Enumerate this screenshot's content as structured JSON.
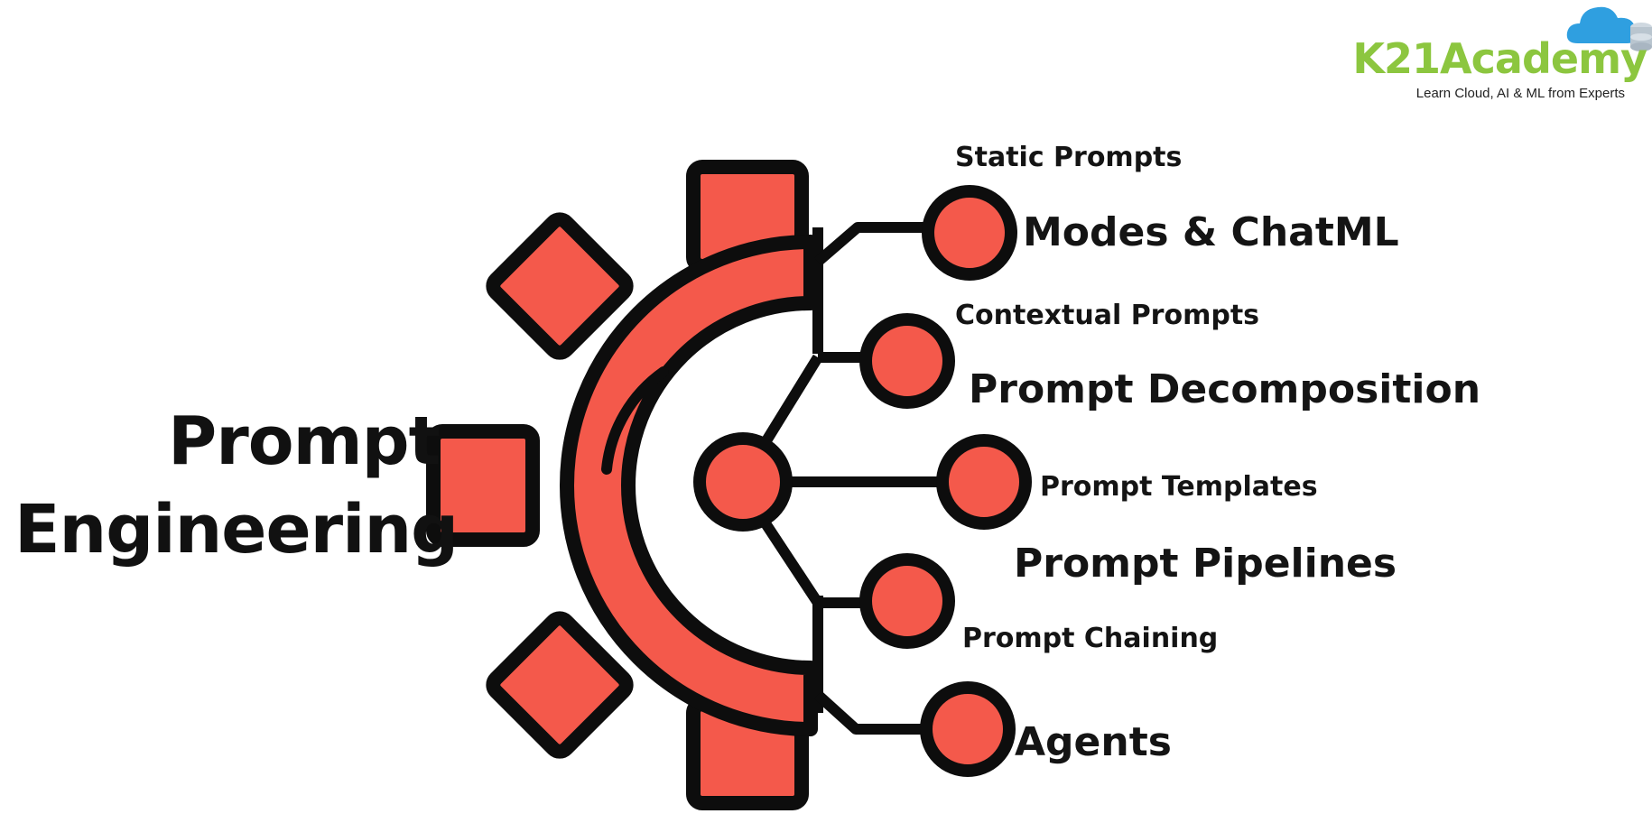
{
  "title": {
    "line1": "Prompt",
    "line2": "Engineering"
  },
  "branches": [
    {
      "label": "Static Prompts"
    },
    {
      "label": "Modes & ChatML"
    },
    {
      "label": "Contextual Prompts"
    },
    {
      "label": "Prompt Decomposition"
    },
    {
      "label": "Prompt Templates"
    },
    {
      "label": "Prompt Pipelines"
    },
    {
      "label": "Prompt Chaining"
    },
    {
      "label": "Agents"
    }
  ],
  "logo": {
    "name": "K21Academy",
    "tagline": "Learn Cloud, AI & ML from Experts",
    "icon": "cloud-database-icon"
  },
  "colors": {
    "gear_fill": "#f4594b",
    "outline": "#0d0d0d",
    "logo_green": "#8cc63f",
    "logo_blue": "#2f9fe0",
    "background": "#ffffff"
  },
  "icons": {
    "gear": "gear-icon",
    "node": "node-circle-icon"
  }
}
